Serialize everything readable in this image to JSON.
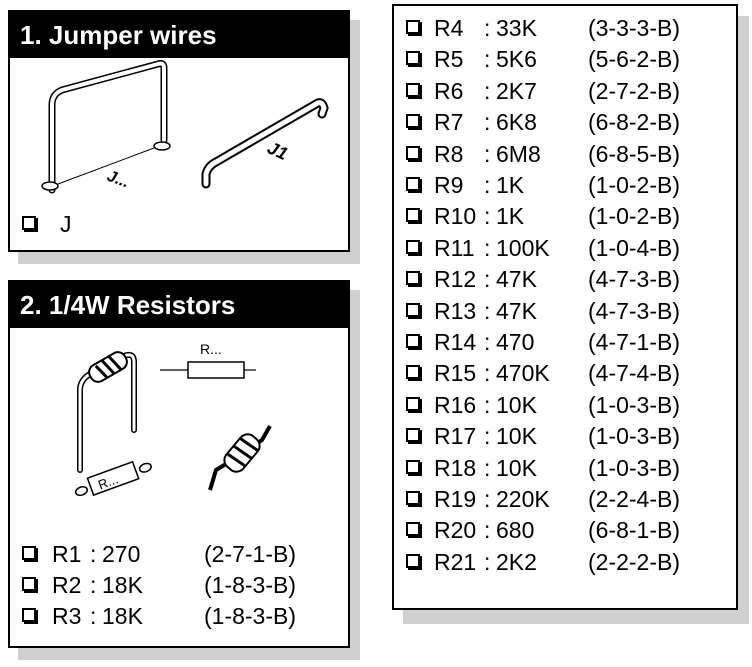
{
  "jumpers": {
    "title": "1. Jumper wires",
    "diagram_label_1": "J...",
    "diagram_label_2": "J1",
    "items": [
      {
        "label": "J"
      }
    ]
  },
  "resistors": {
    "title": "2. 1/4W Resistors",
    "symbol_label": "R...",
    "footprint_label": "R...",
    "items": [
      {
        "ref": "R1",
        "sep": ":",
        "value": "270",
        "code": "(2-7-1-B)"
      },
      {
        "ref": "R2",
        "sep": ":",
        "value": "18K",
        "code": "(1-8-3-B)"
      },
      {
        "ref": "R3",
        "sep": ":",
        "value": "18K",
        "code": "(1-8-3-B)"
      }
    ]
  },
  "resistor_list": {
    "items": [
      {
        "ref": "R4",
        "sep": ":",
        "value": "33K",
        "code": "(3-3-3-B)"
      },
      {
        "ref": "R5",
        "sep": ":",
        "value": "5K6",
        "code": "(5-6-2-B)"
      },
      {
        "ref": "R6",
        "sep": ":",
        "value": "2K7",
        "code": "(2-7-2-B)"
      },
      {
        "ref": "R7",
        "sep": ":",
        "value": "6K8",
        "code": "(6-8-2-B)"
      },
      {
        "ref": "R8",
        "sep": ":",
        "value": "6M8",
        "code": "(6-8-5-B)"
      },
      {
        "ref": "R9",
        "sep": ":",
        "value": "1K",
        "code": "(1-0-2-B)"
      },
      {
        "ref": "R10",
        "sep": ":",
        "value": "1K",
        "code": "(1-0-2-B)"
      },
      {
        "ref": "R11",
        "sep": ":",
        "value": "100K",
        "code": "(1-0-4-B)"
      },
      {
        "ref": "R12",
        "sep": ":",
        "value": "47K",
        "code": "(4-7-3-B)"
      },
      {
        "ref": "R13",
        "sep": ":",
        "value": "47K",
        "code": "(4-7-3-B)"
      },
      {
        "ref": "R14",
        "sep": ":",
        "value": "470",
        "code": "(4-7-1-B)"
      },
      {
        "ref": "R15",
        "sep": ":",
        "value": "470K",
        "code": "(4-7-4-B)"
      },
      {
        "ref": "R16",
        "sep": ":",
        "value": "10K",
        "code": "(1-0-3-B)"
      },
      {
        "ref": "R17",
        "sep": ":",
        "value": "10K",
        "code": "(1-0-3-B)"
      },
      {
        "ref": "R18",
        "sep": ":",
        "value": "10K",
        "code": "(1-0-3-B)"
      },
      {
        "ref": "R19",
        "sep": ":",
        "value": "220K",
        "code": "(2-2-4-B)"
      },
      {
        "ref": "R20",
        "sep": ":",
        "value": "680",
        "code": "(6-8-1-B)"
      },
      {
        "ref": "R21",
        "sep": ":",
        "value": "2K2",
        "code": "(2-2-2-B)"
      }
    ]
  }
}
